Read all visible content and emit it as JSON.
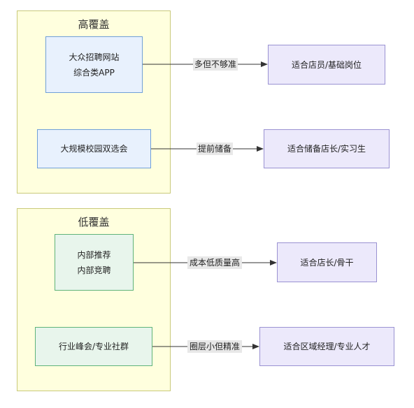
{
  "groups": {
    "high": {
      "title": "高覆盖",
      "nodes": [
        {
          "lines": [
            "大众招聘网站",
            "综合类APP"
          ]
        },
        {
          "lines": [
            "大规模校园双选会"
          ]
        }
      ]
    },
    "low": {
      "title": "低覆盖",
      "nodes": [
        {
          "lines": [
            "内部推荐",
            "内部竞聘"
          ]
        },
        {
          "lines": [
            "行业峰会/专业社群"
          ]
        }
      ]
    }
  },
  "targets": [
    "适合店员/基础岗位",
    "适合储备店长/实习生",
    "适合店长/骨干",
    "适合区域经理/专业人才"
  ],
  "edges": [
    {
      "label": "多但不够准"
    },
    {
      "label": "提前储备"
    },
    {
      "label": "成本低质量高"
    },
    {
      "label": "圈层小但精准"
    }
  ],
  "colors": {
    "group_fill": "#ffffde",
    "group_border": "#c9c97a",
    "high_node_fill": "#e8f1fd",
    "high_node_border": "#6f9fd8",
    "low_node_fill": "#e8f5ec",
    "low_node_border": "#5fb37a",
    "target_fill": "#ece9fb",
    "target_border": "#9a92d2",
    "edge_color": "#333333"
  }
}
